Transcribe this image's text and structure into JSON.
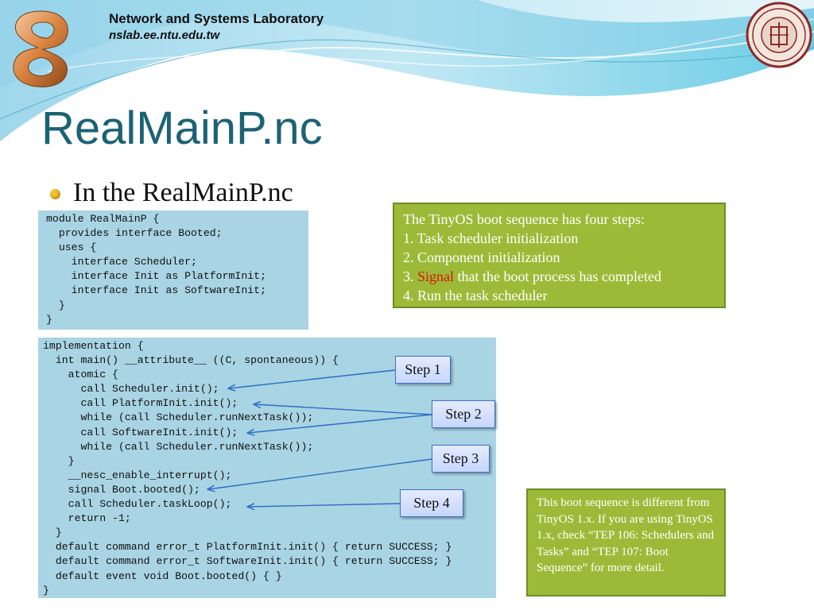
{
  "header": {
    "lab_name": "Network and Systems Laboratory",
    "lab_url": "nslab.ee.ntu.edu.tw"
  },
  "slide": {
    "title": "RealMainP.nc",
    "bullet": "In the RealMainP.nc"
  },
  "code_block_1": "module RealMainP {\n  provides interface Booted;\n  uses {\n    interface Scheduler;\n    interface Init as PlatformInit;\n    interface Init as SoftwareInit;\n  }\n}",
  "code_block_2": "implementation {\n  int main() __attribute__ ((C, spontaneous)) {\n    atomic {\n      call Scheduler.init();\n      call PlatformInit.init();\n      while (call Scheduler.runNextTask());\n      call SoftwareInit.init();\n      while (call Scheduler.runNextTask());\n    }\n    __nesc_enable_interrupt();\n    signal Boot.booted();\n    call Scheduler.taskLoop();\n    return -1;\n  }\n  default command error_t PlatformInit.init() { return SUCCESS; }\n  default command error_t SoftwareInit.init() { return SUCCESS; }\n  default event void Boot.booted() { }\n}",
  "steps": {
    "step1": "Step 1",
    "step2": "Step 2",
    "step3": "Step 3",
    "step4": "Step 4"
  },
  "boot_box": {
    "heading": "The TinyOS boot sequence has four steps:",
    "item1": "1. Task scheduler initialization",
    "item2": "2. Component initialization",
    "item3_prefix": "3. ",
    "item3_highlight": "Signal",
    "item3_rest": " that the boot process has completed",
    "item4": "4. Run the task scheduler"
  },
  "note_box": {
    "text": "This boot sequence is different from TinyOS 1.x. If you are using TinyOS 1.x, check “TEP 106: Schedulers and Tasks” and “TEP 107: Boot Sequence” for more detail."
  },
  "colors": {
    "title": "#1c6275",
    "code_bg": "#a9d4e4",
    "green_box": "#9bbb38",
    "highlight": "#e01010",
    "arrow": "#2b6fc4"
  }
}
